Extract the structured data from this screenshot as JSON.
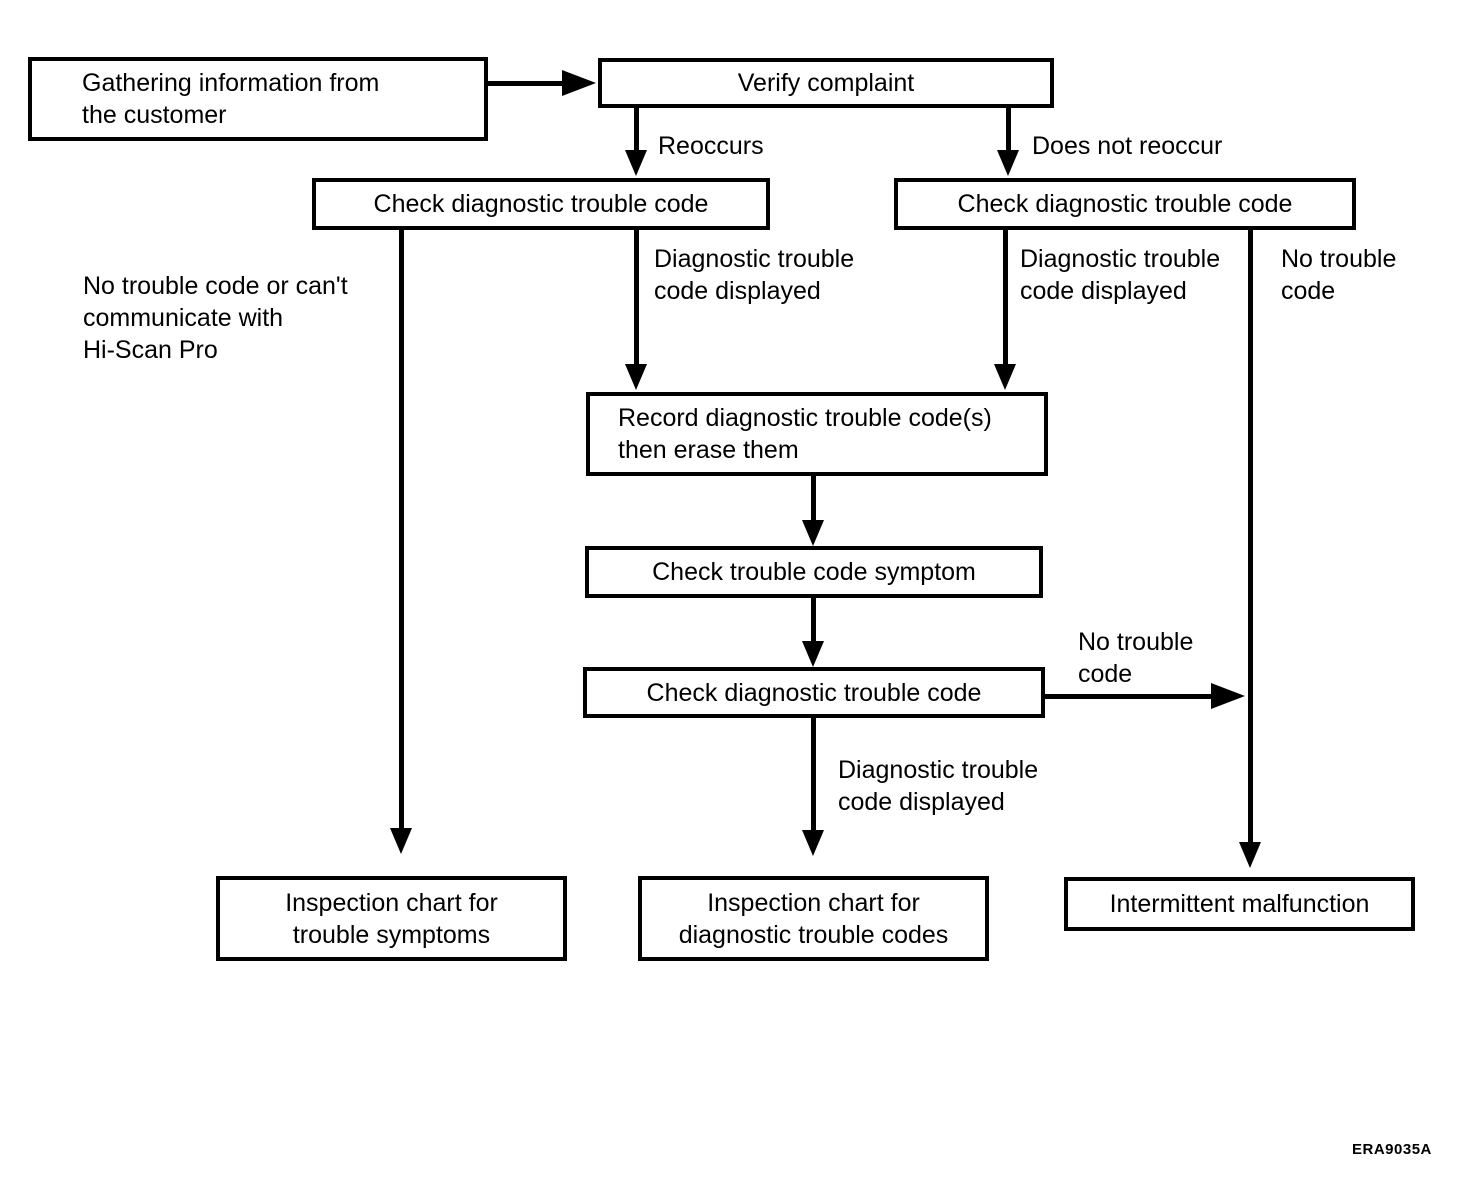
{
  "figure": {
    "id": "ERA9035A"
  },
  "colors": {
    "ink": "#000000",
    "background": "#ffffff"
  },
  "nodes": {
    "gathering": {
      "label": "Gathering information from\nthe customer"
    },
    "verify": {
      "label": "Verify complaint"
    },
    "check_left": {
      "label": "Check diagnostic trouble code"
    },
    "check_right": {
      "label": "Check diagnostic trouble code"
    },
    "record": {
      "label": "Record diagnostic trouble code(s)\nthen erase them"
    },
    "symptom": {
      "label": "Check trouble code symptom"
    },
    "check_mid": {
      "label": "Check diagnostic trouble code"
    },
    "inspection_symptoms": {
      "label": "Inspection chart for\ntrouble symptoms"
    },
    "inspection_codes": {
      "label": "Inspection chart for\ndiagnostic trouble codes"
    },
    "intermittent": {
      "label": "Intermittent malfunction"
    }
  },
  "edge_labels": {
    "reoccurs": "Reoccurs",
    "does_not_reoccur": "Does not reoccur",
    "no_code_or_no_comm": "No trouble code or can't\ncommunicate with\nHi-Scan Pro",
    "dtc_displayed_left": "Diagnostic trouble\ncode displayed",
    "dtc_displayed_right": "Diagnostic trouble\ncode displayed",
    "no_trouble_code_right": "No trouble\ncode",
    "no_trouble_code_mid": "No trouble\ncode",
    "dtc_displayed_mid": "Diagnostic trouble\ncode displayed"
  }
}
